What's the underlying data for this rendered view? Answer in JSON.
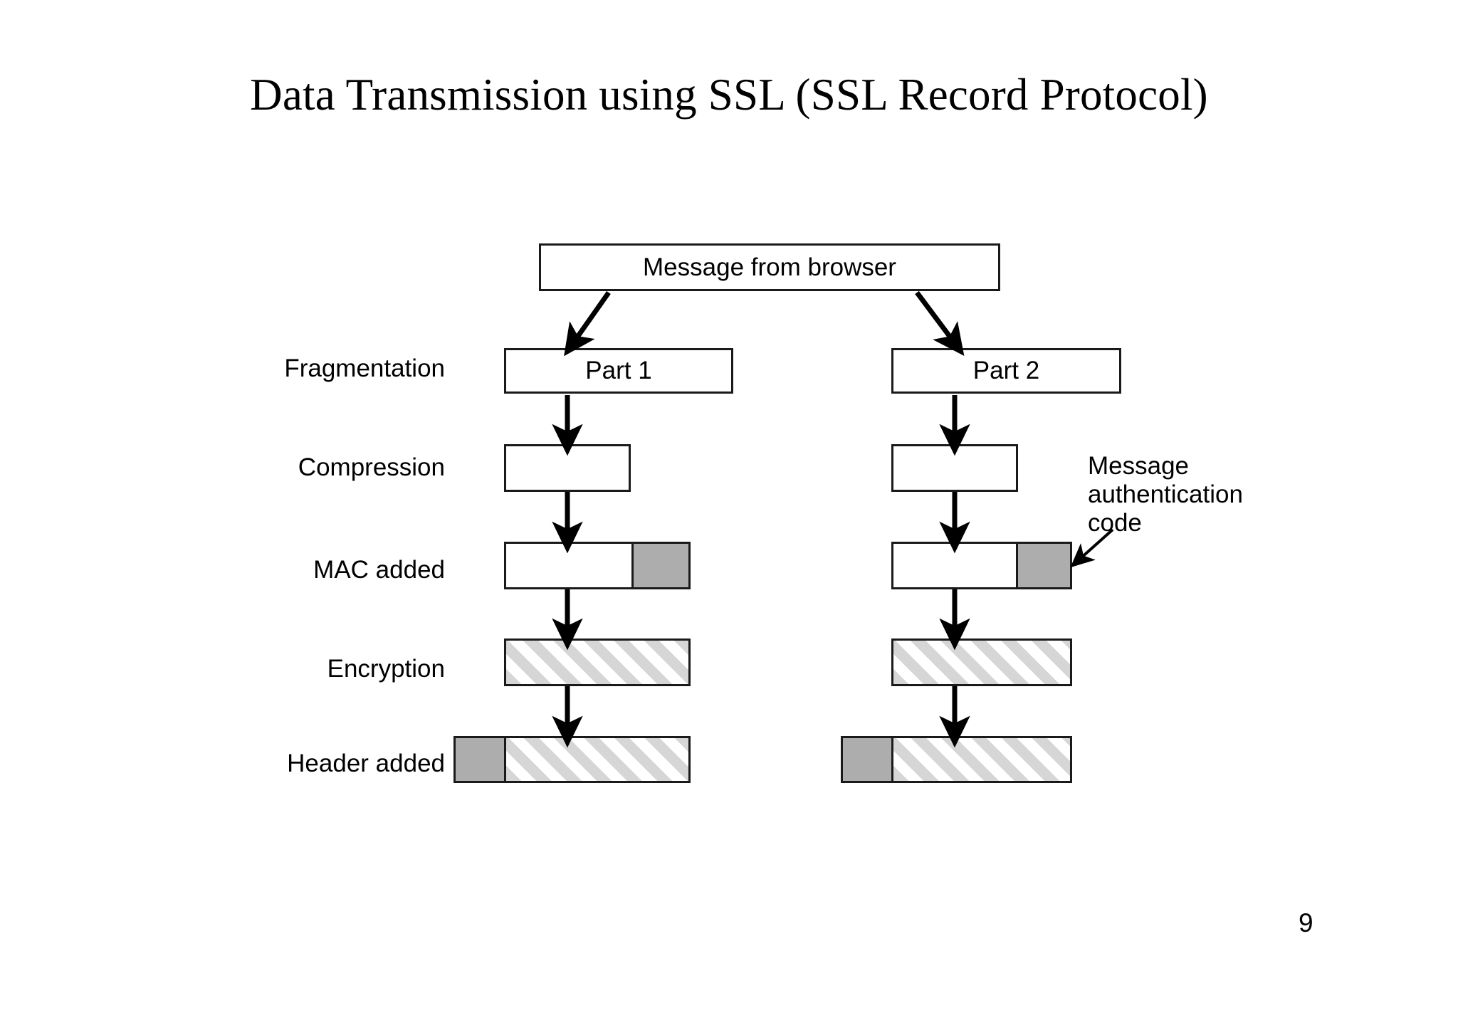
{
  "slide": {
    "title": "Data Transmission using SSL (SSL Record Protocol)",
    "page_number": "9",
    "background_color": "#ffffff",
    "text_color": "#000000",
    "gray_fill_color": "#adadad",
    "hatch_fill_color": "#d6d6d6",
    "outline_color": "#1a1a1a"
  },
  "diagram": {
    "type": "flow-diagram",
    "source_box": {
      "label": "Message from browser"
    },
    "stage_labels": [
      {
        "id": "fragmentation",
        "label": "Fragmentation"
      },
      {
        "id": "compression",
        "label": "Compression"
      },
      {
        "id": "mac-added",
        "label": "MAC added"
      },
      {
        "id": "encryption",
        "label": "Encryption"
      },
      {
        "id": "header-added",
        "label": "Header added"
      }
    ],
    "columns": [
      {
        "id": "part-1",
        "fragment_label": "Part 1",
        "stages": {
          "compression": {
            "segments": [
              "white"
            ]
          },
          "mac_added": {
            "segments": [
              "white",
              "gray"
            ]
          },
          "encryption": {
            "segments": [
              "hatch"
            ]
          },
          "header_added": {
            "segments": [
              "gray",
              "hatch"
            ]
          }
        }
      },
      {
        "id": "part-2",
        "fragment_label": "Part 2",
        "stages": {
          "compression": {
            "segments": [
              "white"
            ]
          },
          "mac_added": {
            "segments": [
              "white",
              "gray"
            ]
          },
          "encryption": {
            "segments": [
              "hatch"
            ]
          },
          "header_added": {
            "segments": [
              "gray",
              "hatch"
            ]
          }
        }
      }
    ],
    "callout": {
      "text": "Message\nauthentication\ncode",
      "points_to": "mac-added-part-2-gray-segment"
    }
  }
}
